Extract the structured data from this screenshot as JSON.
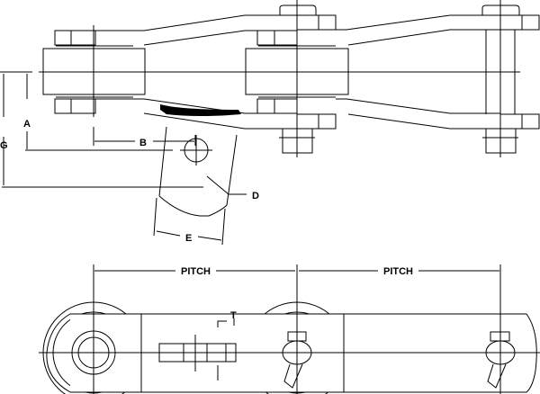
{
  "labels": {
    "A": "A",
    "B": "B",
    "G": "G",
    "D": "D",
    "E": "E",
    "T": "T",
    "pitch1": "PITCH",
    "pitch2": "PITCH"
  },
  "colors": {
    "line": "#000000",
    "background": "#ffffff"
  }
}
